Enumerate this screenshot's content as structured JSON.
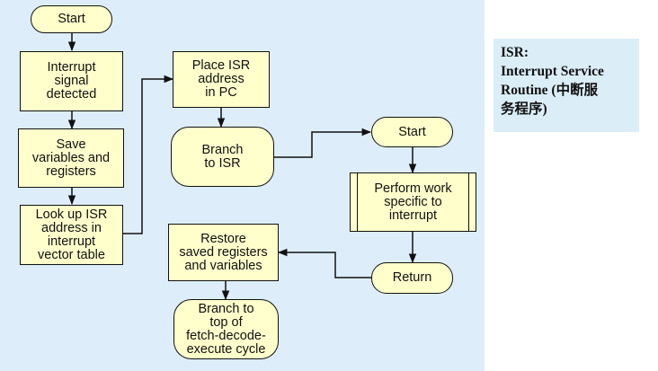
{
  "nodes": {
    "start1": "Start",
    "interrupt": "Interrupt\nsignal\ndetected",
    "save": "Save\nvariables and\nregisters",
    "lookup": "Look up ISR\naddress in\ninterrupt\nvector table",
    "place": "Place ISR\naddress\nin PC",
    "branch_isr": "Branch\nto ISR",
    "start2": "Start",
    "perform": "Perform work\nspecific to\ninterrupt",
    "return": "Return",
    "restore": "Restore\nsaved registers\nand variables",
    "branch_top": "Branch to\ntop of\nfetch-decode-\nexecute cycle"
  },
  "note": {
    "title": "ISR:",
    "body": "Interrupt Service\nRoutine (中断服\n务程序)"
  },
  "colors": {
    "canvas_bg": "#ddeefa",
    "node_fill": "#ffffcc",
    "line": "#111111",
    "note_bg": "#dbeef8"
  }
}
